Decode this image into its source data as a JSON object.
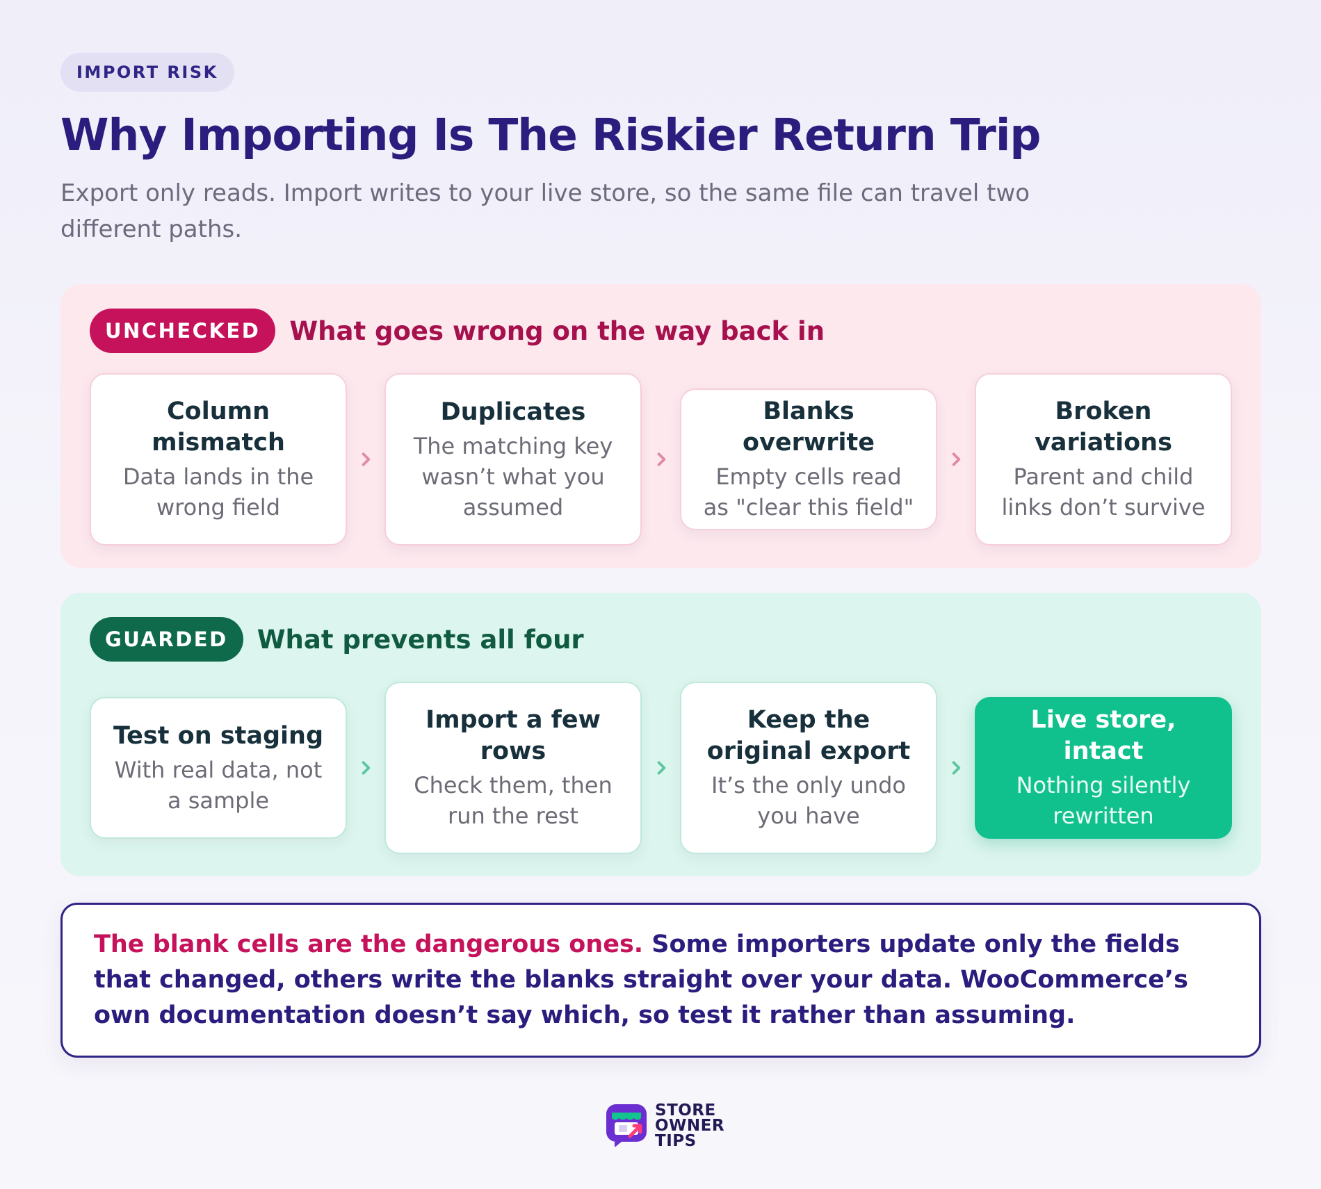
{
  "eyebrow": "IMPORT RISK",
  "title": "Why Importing Is The Riskier Return Trip",
  "subtitle": "Export only reads. Import writes to your live store, so the same file can travel two different paths.",
  "unchecked": {
    "pill": "UNCHECKED",
    "heading": "What goes wrong on the way back in",
    "steps": [
      {
        "title": "Column mismatch",
        "desc": "Data lands in the wrong field"
      },
      {
        "title": "Duplicates",
        "desc": "The matching key wasn’t what you assumed"
      },
      {
        "title": "Blanks overwrite",
        "desc": "Empty cells read as \"clear this field\""
      },
      {
        "title": "Broken variations",
        "desc": "Parent and child links don’t survive"
      }
    ]
  },
  "guarded": {
    "pill": "GUARDED",
    "heading": "What prevents all four",
    "steps": [
      {
        "title": "Test on staging",
        "desc": "With real data, not a sample"
      },
      {
        "title": "Import a few rows",
        "desc": "Check them, then run the rest"
      },
      {
        "title": "Keep the original export",
        "desc": "It’s the only undo you have"
      },
      {
        "title": "Live store, intact",
        "desc": "Nothing silently rewritten"
      }
    ]
  },
  "note": {
    "lead": "The blank cells are the dangerous ones.",
    "body": " Some importers update only the fields that changed, others write the blanks straight over your data. WooCommerce’s own documentation doesn’t say which, so test it rather than assuming."
  },
  "brand": {
    "line1": "STORE",
    "line2": "OWNER",
    "line3": "TIPS"
  },
  "colors": {
    "primary": "#2a1d7e",
    "danger": "#c5125a",
    "safe": "#0f6a4c",
    "success": "#10c18d"
  }
}
